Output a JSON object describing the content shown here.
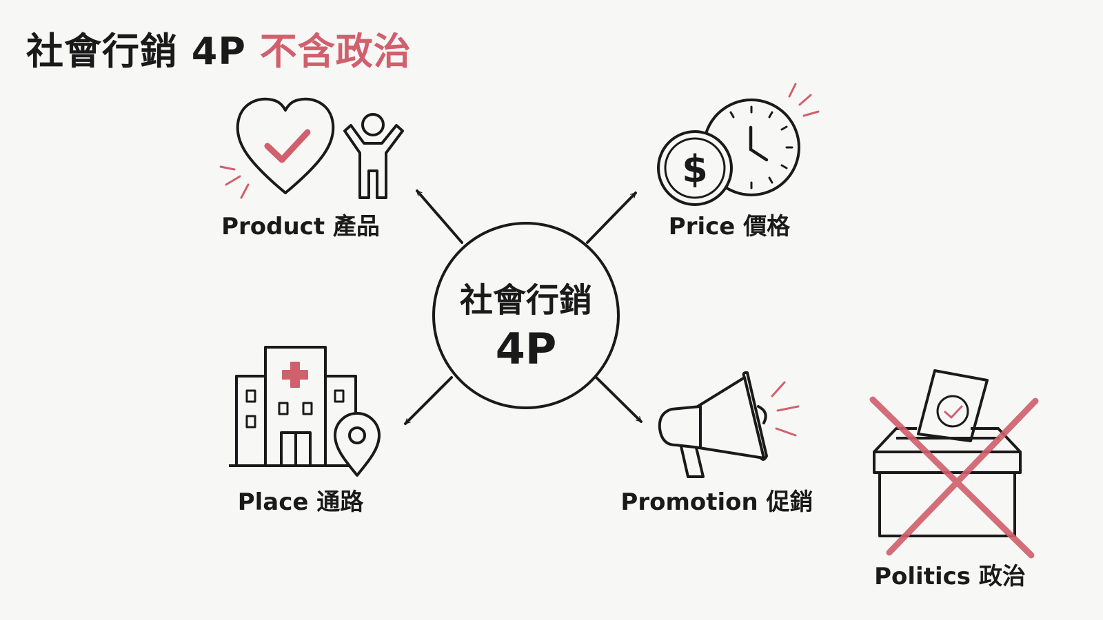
{
  "title": {
    "main": "社會行銷 4P",
    "accent": "不含政治"
  },
  "center": {
    "line1": "社會行銷",
    "line2": "4P"
  },
  "nodes": {
    "product": "Product 產品",
    "price": "Price 價格",
    "place": "Place 通路",
    "promotion": "Promotion 促銷",
    "politics": "Politics 政治"
  },
  "icons": {
    "product": [
      "heart-check-icon",
      "person-icon"
    ],
    "price": [
      "dollar-coin-icon",
      "clock-icon"
    ],
    "place": [
      "hospital-icon",
      "map-pin-icon"
    ],
    "promotion": [
      "megaphone-icon"
    ],
    "politics": [
      "ballot-box-icon",
      "cross-out-icon"
    ]
  },
  "colors": {
    "accent": "#d0606c",
    "ink": "#1a1a1a",
    "background": "#f7f7f6"
  }
}
